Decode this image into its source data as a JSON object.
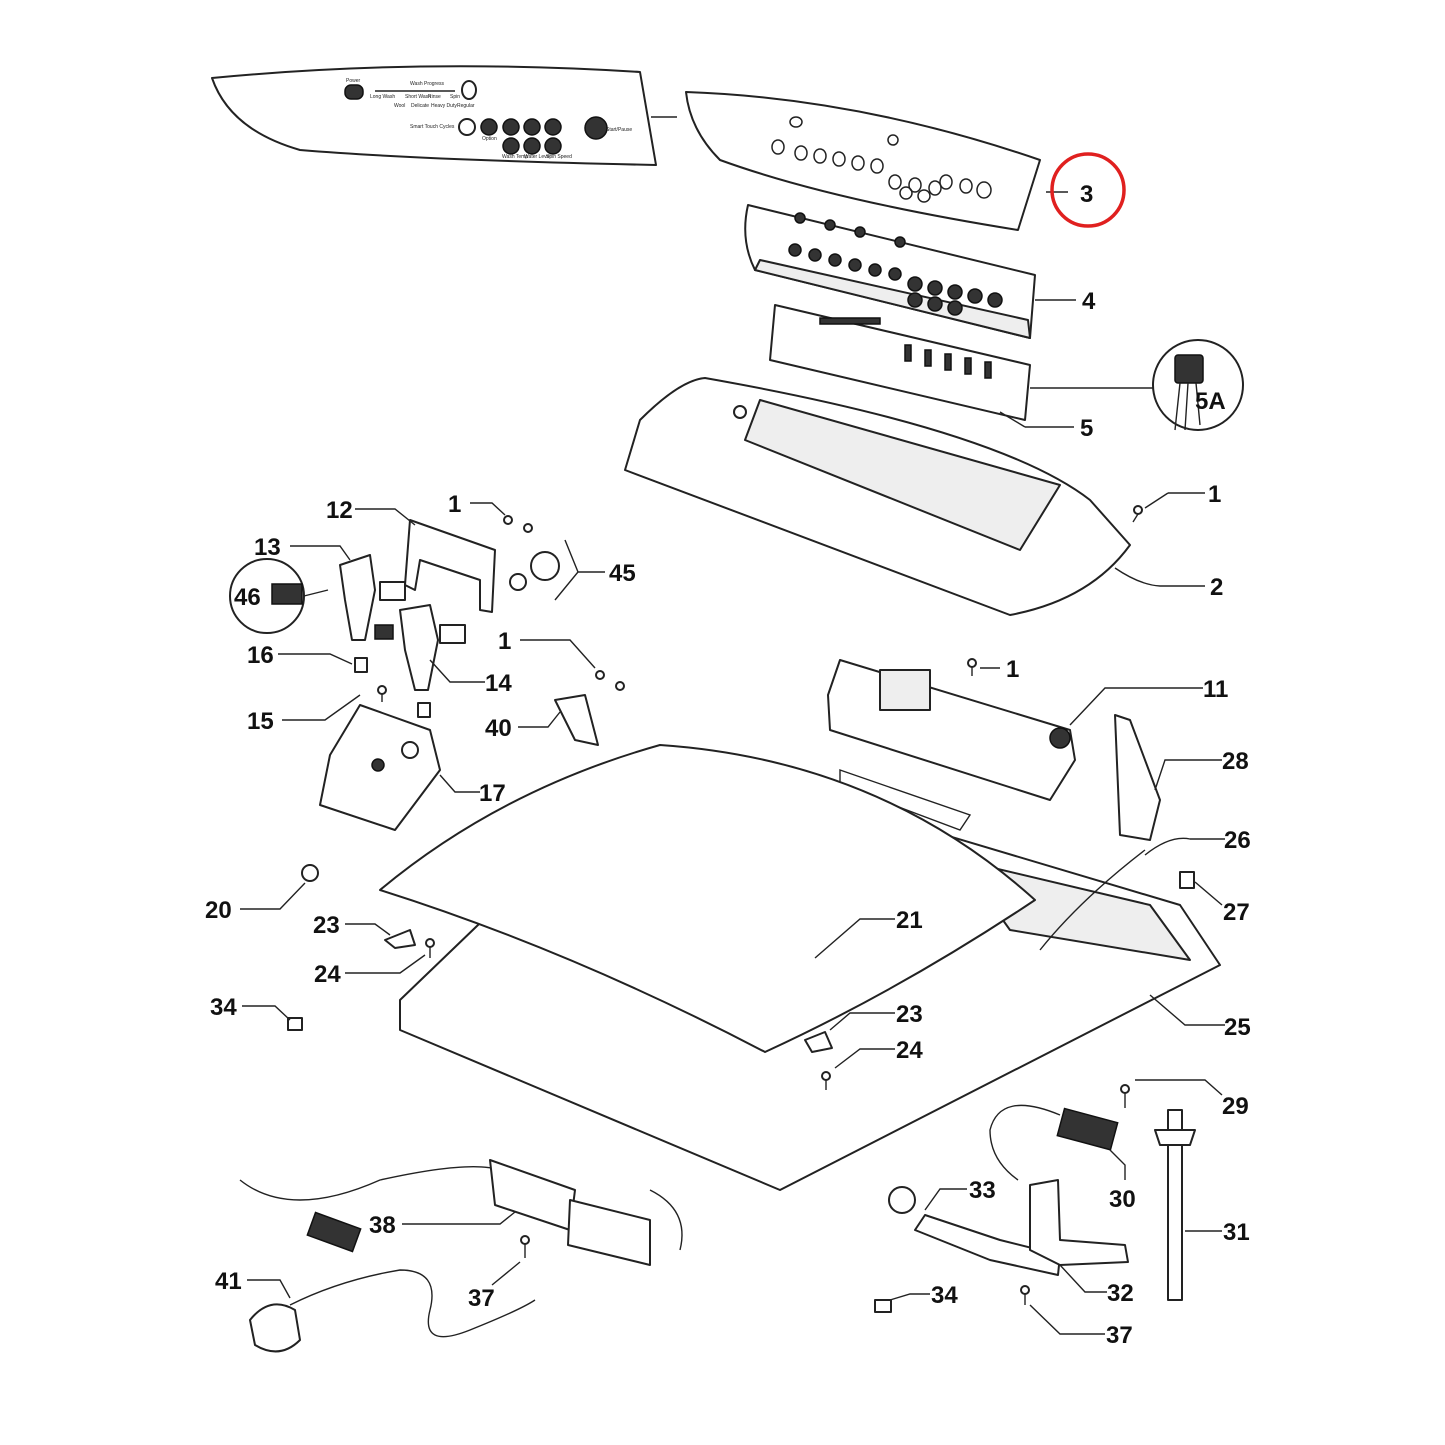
{
  "diagram": {
    "highlight_color": "#e0201f",
    "highlighted_part": "3",
    "panel_text": [
      "Power",
      "Wash Progress",
      "Long Wash",
      "Short Wash",
      "Rinse",
      "Spin",
      "Wool",
      "Delicate",
      "Heavy Duty",
      "Regular",
      "Smart Touch Cycles",
      "Option",
      "Wash Temp",
      "Water Level",
      "Spin Speed",
      "Start/Pause"
    ],
    "labels": [
      {
        "id": "p3",
        "text": "3"
      },
      {
        "id": "p4",
        "text": "4"
      },
      {
        "id": "p5a",
        "text": "5A"
      },
      {
        "id": "p5",
        "text": "5"
      },
      {
        "id": "p1a",
        "text": "1"
      },
      {
        "id": "p2",
        "text": "2"
      },
      {
        "id": "p12",
        "text": "12"
      },
      {
        "id": "p1b",
        "text": "1"
      },
      {
        "id": "p13",
        "text": "13"
      },
      {
        "id": "p46",
        "text": "46"
      },
      {
        "id": "p45",
        "text": "45"
      },
      {
        "id": "p16",
        "text": "16"
      },
      {
        "id": "p1c",
        "text": "1"
      },
      {
        "id": "p14",
        "text": "14"
      },
      {
        "id": "p15",
        "text": "15"
      },
      {
        "id": "p40",
        "text": "40"
      },
      {
        "id": "p17",
        "text": "17"
      },
      {
        "id": "p1d",
        "text": "1"
      },
      {
        "id": "p11",
        "text": "11"
      },
      {
        "id": "p28",
        "text": "28"
      },
      {
        "id": "p26",
        "text": "26"
      },
      {
        "id": "p27",
        "text": "27"
      },
      {
        "id": "p20",
        "text": "20"
      },
      {
        "id": "p23a",
        "text": "23"
      },
      {
        "id": "p21",
        "text": "21"
      },
      {
        "id": "p24a",
        "text": "24"
      },
      {
        "id": "p34a",
        "text": "34"
      },
      {
        "id": "p25",
        "text": "25"
      },
      {
        "id": "p23b",
        "text": "23"
      },
      {
        "id": "p24b",
        "text": "24"
      },
      {
        "id": "p29",
        "text": "29"
      },
      {
        "id": "p30",
        "text": "30"
      },
      {
        "id": "p33",
        "text": "33"
      },
      {
        "id": "p38",
        "text": "38"
      },
      {
        "id": "p31",
        "text": "31"
      },
      {
        "id": "p41",
        "text": "41"
      },
      {
        "id": "p37a",
        "text": "37"
      },
      {
        "id": "p34b",
        "text": "34"
      },
      {
        "id": "p32",
        "text": "32"
      },
      {
        "id": "p37b",
        "text": "37"
      }
    ]
  }
}
